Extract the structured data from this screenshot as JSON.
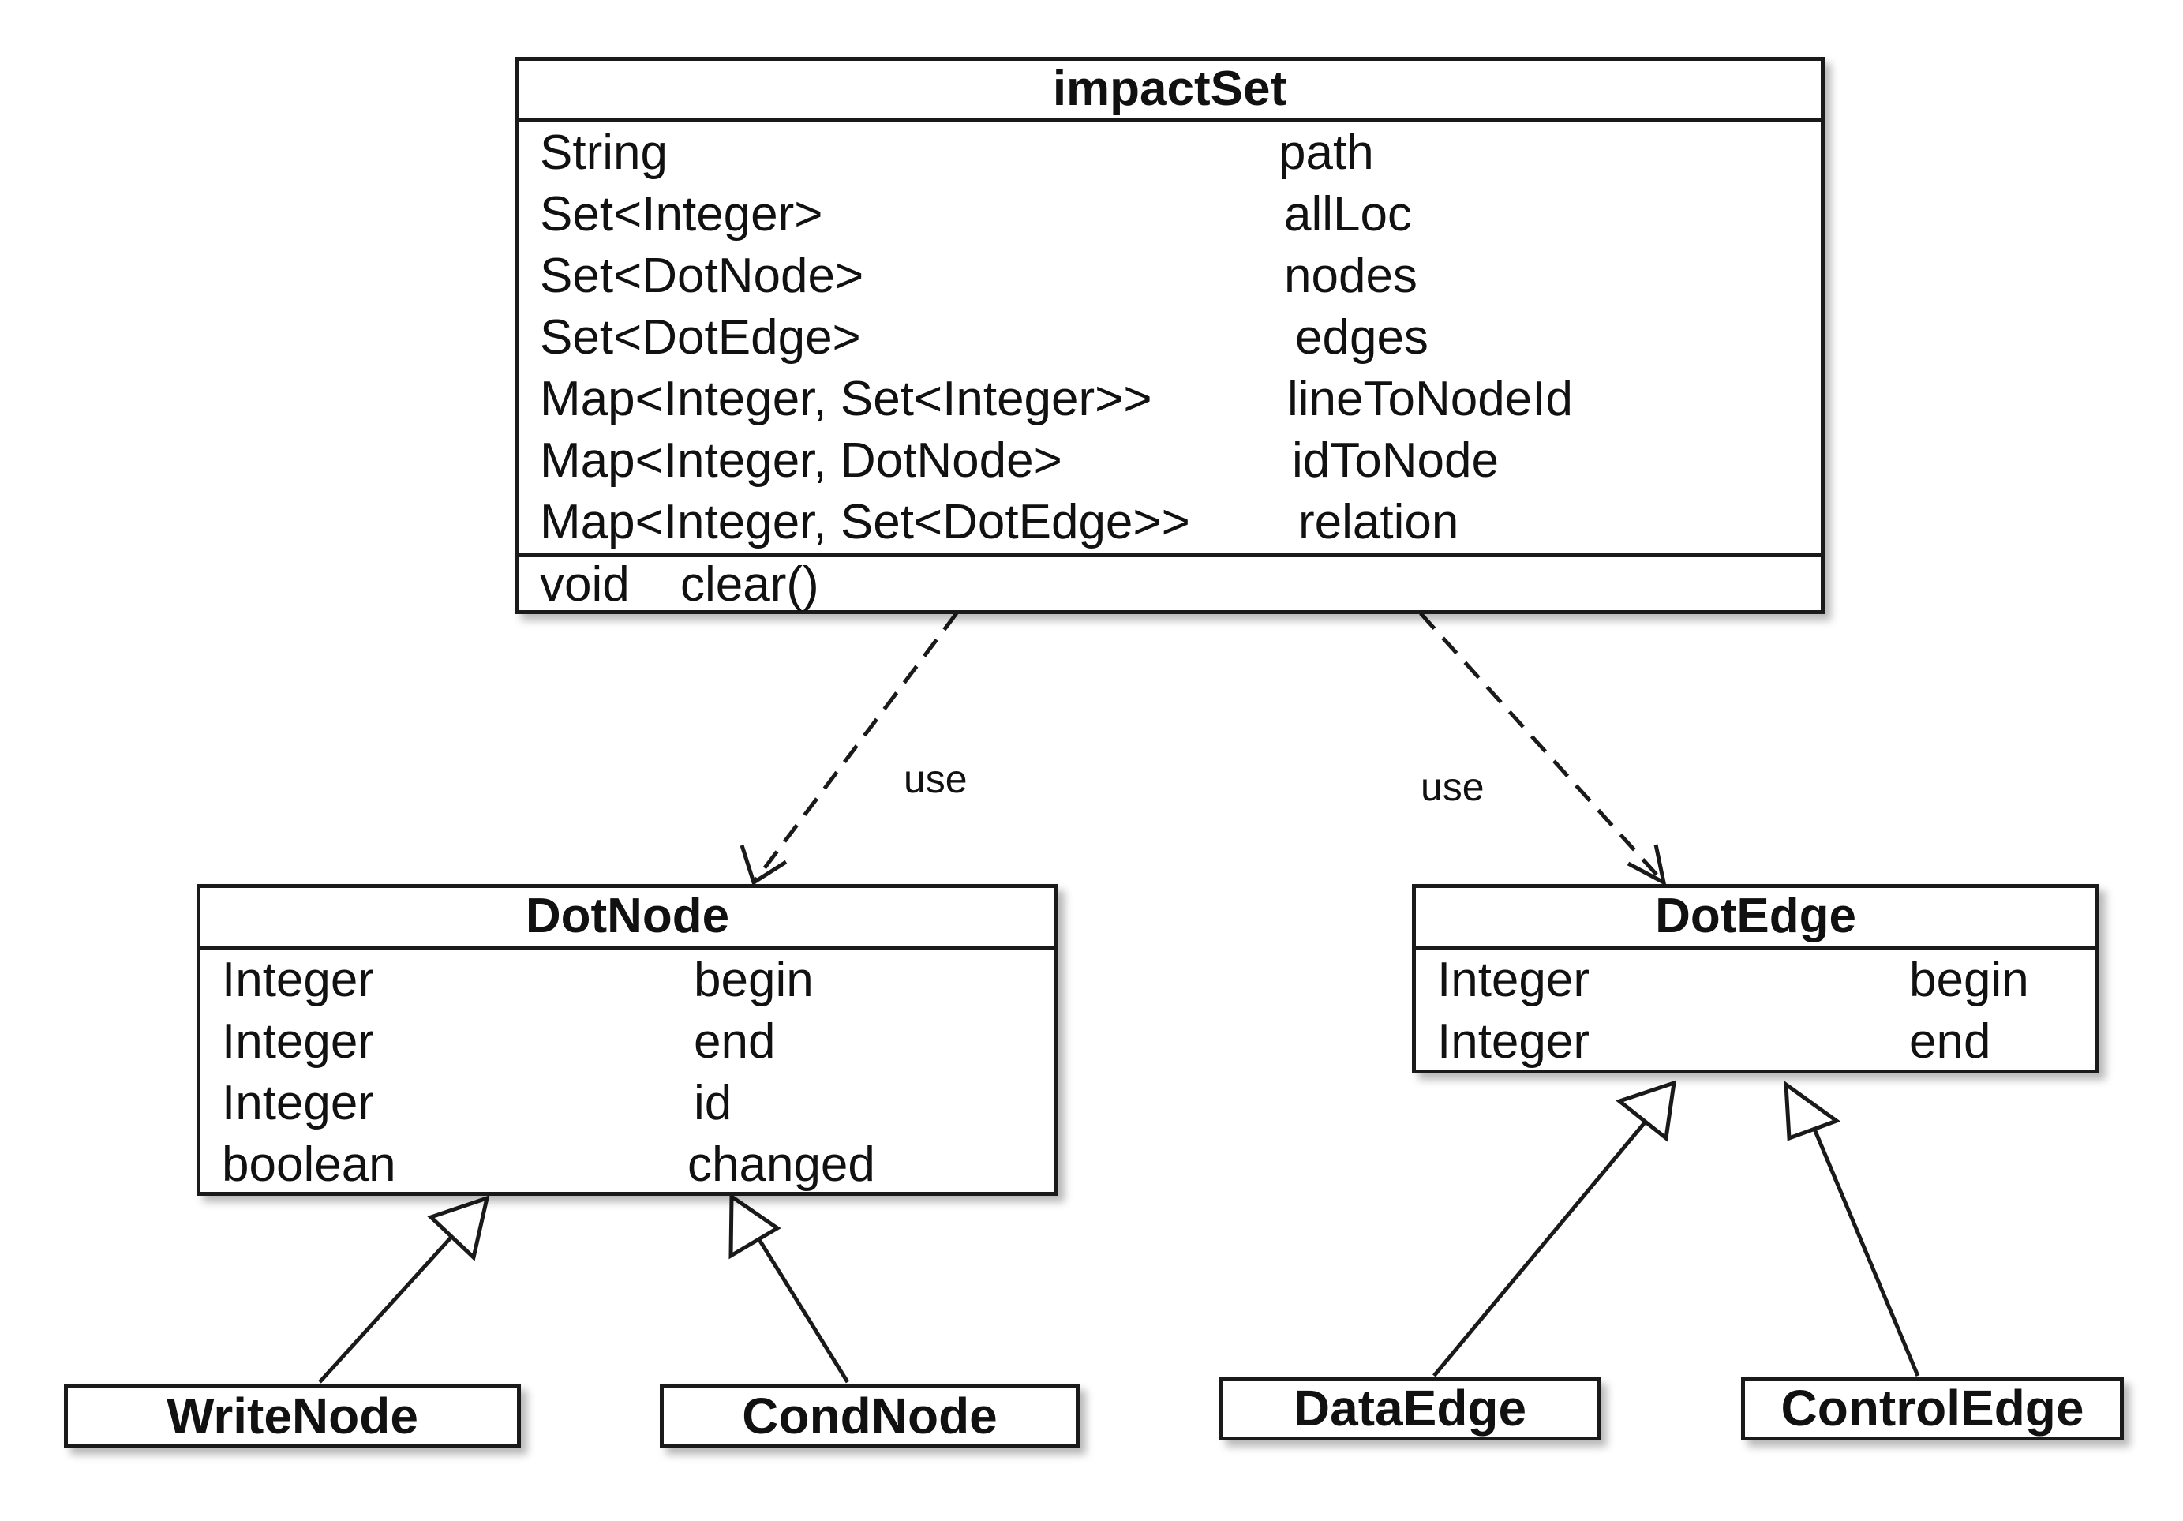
{
  "impactSet": {
    "title": "impactSet",
    "fields": [
      {
        "type": "String",
        "name": "path"
      },
      {
        "type": "Set<Integer>",
        "name": "allLoc"
      },
      {
        "type": "Set<DotNode>",
        "name": "nodes"
      },
      {
        "type": "Set<DotEdge>",
        "name": "edges"
      },
      {
        "type": "Map<Integer, Set<Integer>>",
        "name": "lineToNodeId"
      },
      {
        "type": "Map<Integer, DotNode>",
        "name": "idToNode"
      },
      {
        "type": "Map<Integer, Set<DotEdge>>",
        "name": "relation"
      }
    ],
    "method": {
      "type": "void",
      "name": "clear()"
    }
  },
  "dotNode": {
    "title": "DotNode",
    "fields": [
      {
        "type": "Integer",
        "name": "begin"
      },
      {
        "type": "Integer",
        "name": "end"
      },
      {
        "type": "Integer",
        "name": "id"
      },
      {
        "type": "boolean",
        "name": "changed"
      }
    ]
  },
  "dotEdge": {
    "title": "DotEdge",
    "fields": [
      {
        "type": "Integer",
        "name": "begin"
      },
      {
        "type": "Integer",
        "name": "end"
      }
    ]
  },
  "subclasses": {
    "writeNode": "WriteNode",
    "condNode": "CondNode",
    "dataEdge": "DataEdge",
    "controlEdge": "ControlEdge"
  },
  "relations": {
    "use_left": "use",
    "use_right": "use"
  }
}
